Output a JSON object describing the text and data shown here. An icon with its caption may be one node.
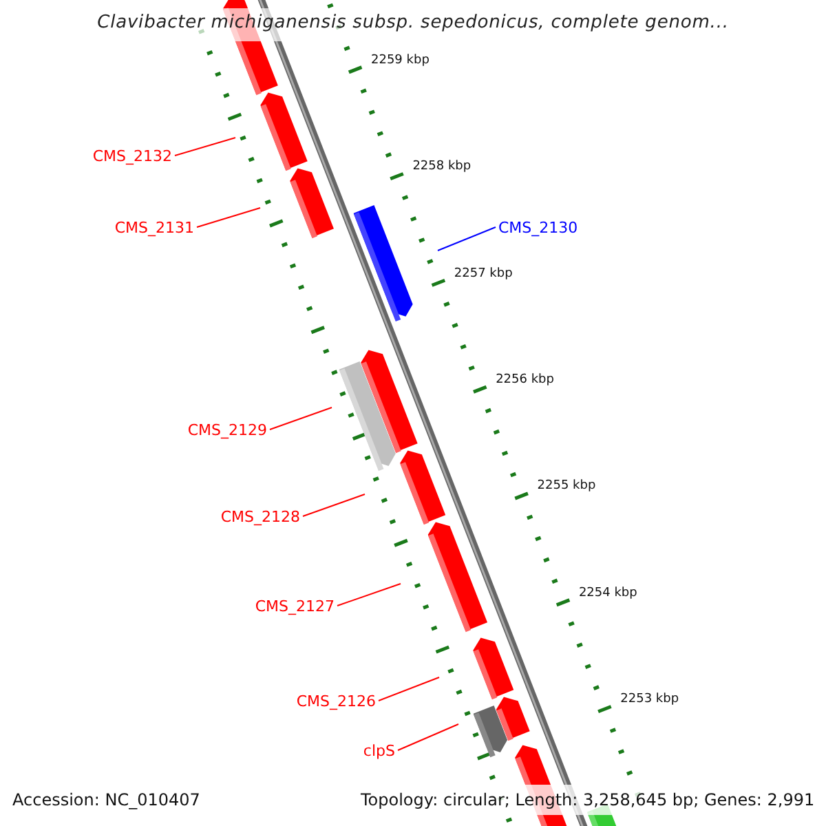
{
  "diagram": {
    "title": "Clavibacter michiganensis subsp. sepedonicus, complete genom...",
    "nodes": [
      {
        "text": [
          "CMS_2132"
        ]
      },
      {
        "text": [
          "CMS_2131"
        ]
      },
      {
        "text": [
          "CMS_2130"
        ]
      },
      {
        "text": [
          "CMS_2129"
        ]
      },
      {
        "text": [
          "CMS_2128"
        ]
      },
      {
        "text": [
          "CMS_2127"
        ]
      },
      {
        "text": [
          "CMS_2126"
        ]
      },
      {
        "text": [
          "clpS"
        ]
      }
    ],
    "edges": [
      {
        "from": 0,
        "to": null,
        "arrow": "none"
      },
      {
        "from": 1,
        "to": null,
        "arrow": "none"
      },
      {
        "from": 2,
        "to": null,
        "arrow": "none",
        "color": "#0000ff"
      },
      {
        "from": 3,
        "to": null,
        "arrow": "none"
      },
      {
        "from": 4,
        "to": null,
        "arrow": "none"
      },
      {
        "from": 5,
        "to": null,
        "arrow": "none"
      },
      {
        "from": 6,
        "to": null,
        "arrow": "none"
      },
      {
        "from": 7,
        "to": null,
        "arrow": "none"
      }
    ],
    "labels": [
      "2259 kbp",
      "2258 kbp",
      "2257 kbp",
      "2256 kbp",
      "2255 kbp",
      "2254 kbp",
      "2253 kbp",
      "Accession: NC_010407",
      "Topology: circular; Length: 3,258,645 bp; Genes: 2,991"
    ]
  }
}
